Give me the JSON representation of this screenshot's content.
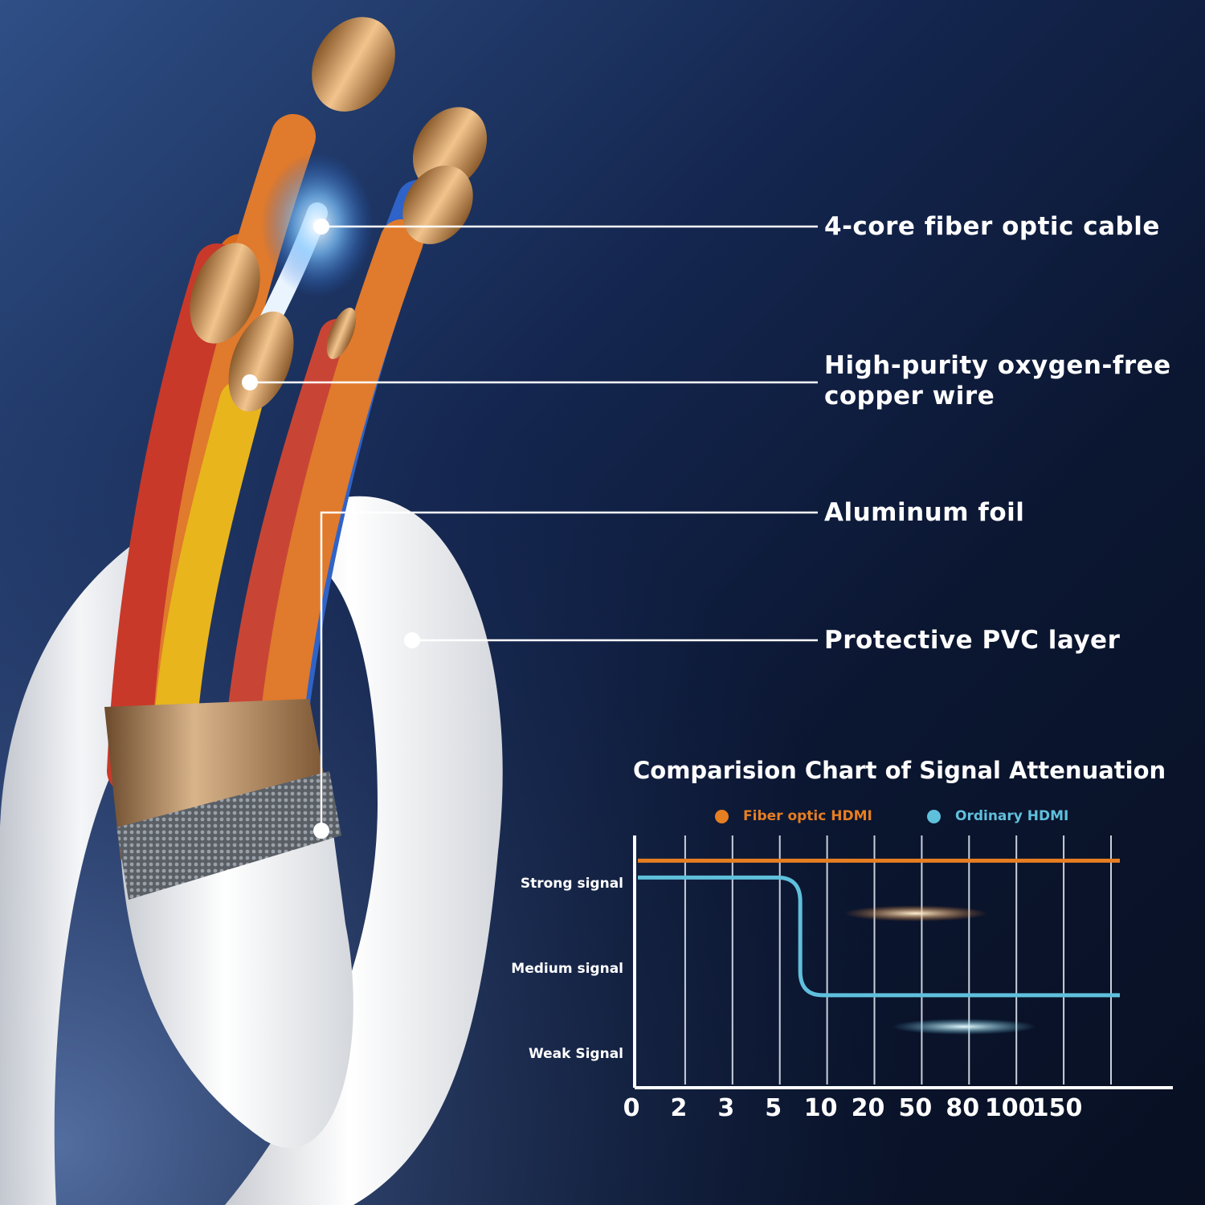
{
  "callouts": [
    {
      "lines": [
        "4-core fiber optic cable"
      ]
    },
    {
      "lines": [
        "High-purity oxygen-free",
        "copper wire"
      ]
    },
    {
      "lines": [
        "Aluminum foil"
      ]
    },
    {
      "lines": [
        "Protective PVC layer"
      ]
    }
  ],
  "colors": {
    "fiber": "#e67e22",
    "ordinary": "#5fc0dc",
    "background_dark": "#0b1631",
    "background_light": "#2f4f86"
  },
  "chart_data": {
    "type": "line",
    "title": "Comparision Chart of Signal Attenuation",
    "categories": [
      "0",
      "2",
      "3",
      "5",
      "10",
      "20",
      "50",
      "80",
      "100",
      "150"
    ],
    "y_ticks": [
      "Strong signal",
      "Medium signal",
      "Weak Signal"
    ],
    "series": [
      {
        "name": "Fiber optic HDMI",
        "values": [
          2.7,
          2.7,
          2.7,
          2.7,
          2.7,
          2.7,
          2.7,
          2.7,
          2.7,
          2.7
        ]
      },
      {
        "name": "Ordinary HDMI",
        "values": [
          2.5,
          2.5,
          2.5,
          2.5,
          1.1,
          1.1,
          1.1,
          1.1,
          1.1,
          1.1
        ]
      }
    ],
    "grid": true,
    "legend": "top"
  }
}
